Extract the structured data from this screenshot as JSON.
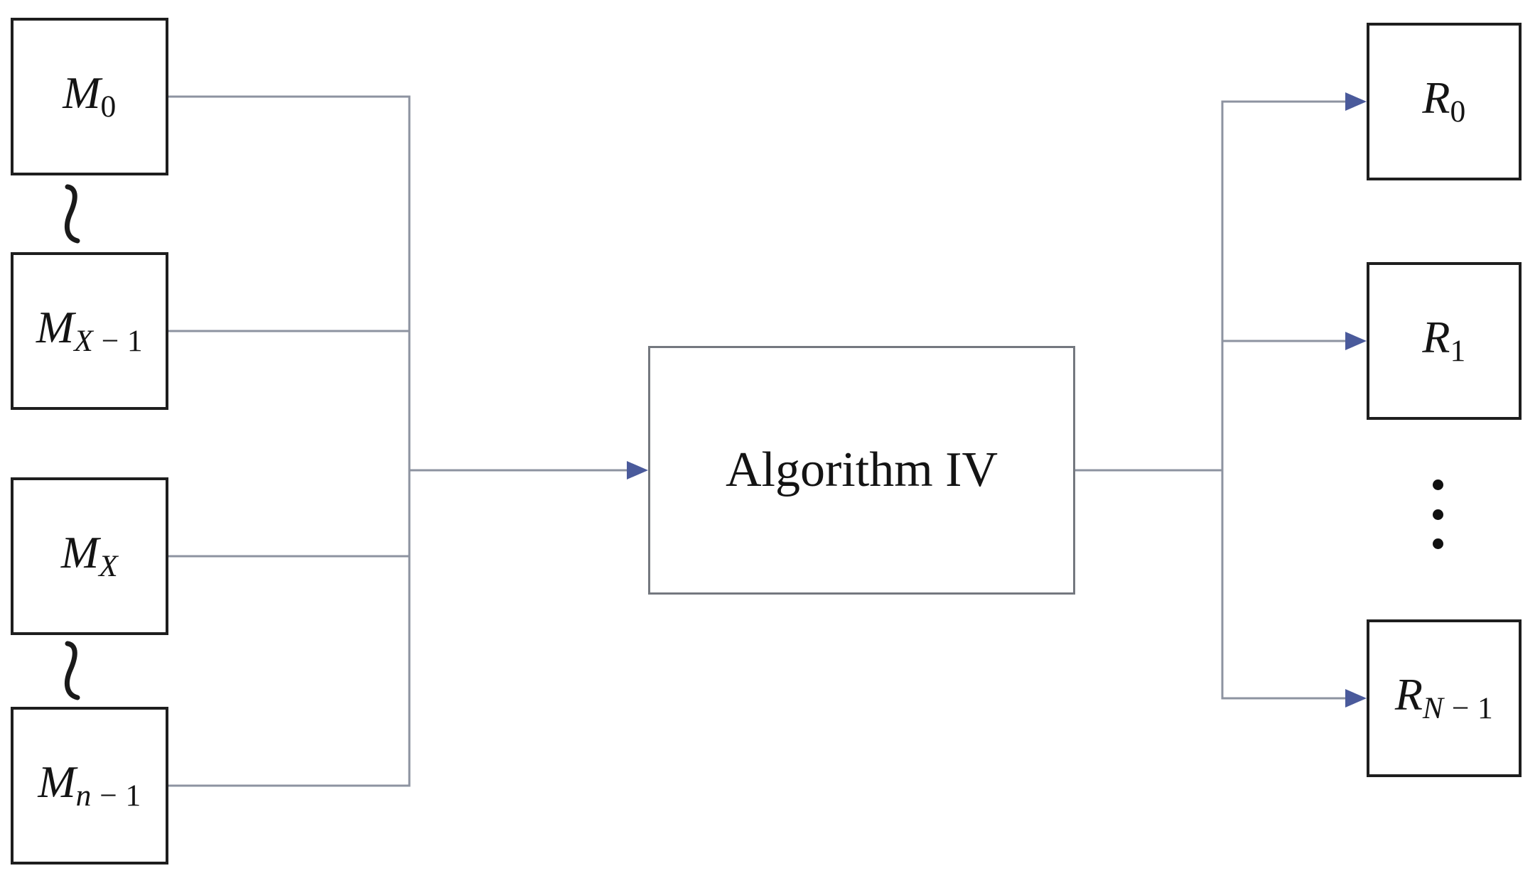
{
  "figure": {
    "type": "block-diagram",
    "description": "Multiple message blocks feed Algorithm IV which produces multiple result blocks",
    "background": "#ffffff"
  },
  "nodes": {
    "m0": {
      "base": "M",
      "sub_italic": "",
      "sub_upright": "0"
    },
    "mx1": {
      "base": "M",
      "sub_italic": "X",
      "sub_upright": " − 1"
    },
    "mx": {
      "base": "M",
      "sub_italic": "X",
      "sub_upright": ""
    },
    "mn1": {
      "base": "M",
      "sub_italic": "n",
      "sub_upright": " − 1"
    },
    "algorithm": {
      "label": "Algorithm IV"
    },
    "r0": {
      "base": "R",
      "sub_italic": "",
      "sub_upright": "0"
    },
    "r1": {
      "base": "R",
      "sub_italic": "",
      "sub_upright": "1"
    },
    "rn1": {
      "base": "R",
      "sub_italic": "N",
      "sub_upright": " − 1"
    }
  },
  "edges": [
    {
      "from": "M0",
      "to": "Algorithm IV"
    },
    {
      "from": "MX-1",
      "to": "Algorithm IV"
    },
    {
      "from": "MX",
      "to": "Algorithm IV"
    },
    {
      "from": "Mn-1",
      "to": "Algorithm IV"
    },
    {
      "from": "Algorithm IV",
      "to": "R0"
    },
    {
      "from": "Algorithm IV",
      "to": "R1"
    },
    {
      "from": "Algorithm IV",
      "to": "RN-1"
    }
  ],
  "decorations": {
    "left_break_symbol": "≀",
    "right_ellipsis_symbol": "⋮"
  },
  "colors": {
    "node_border": "#1e1e1e",
    "algorithm_border": "#74787f",
    "connector_line": "#8d93a0",
    "arrowhead": "#4a5a9b",
    "text": "#141414",
    "background": "#ffffff"
  }
}
